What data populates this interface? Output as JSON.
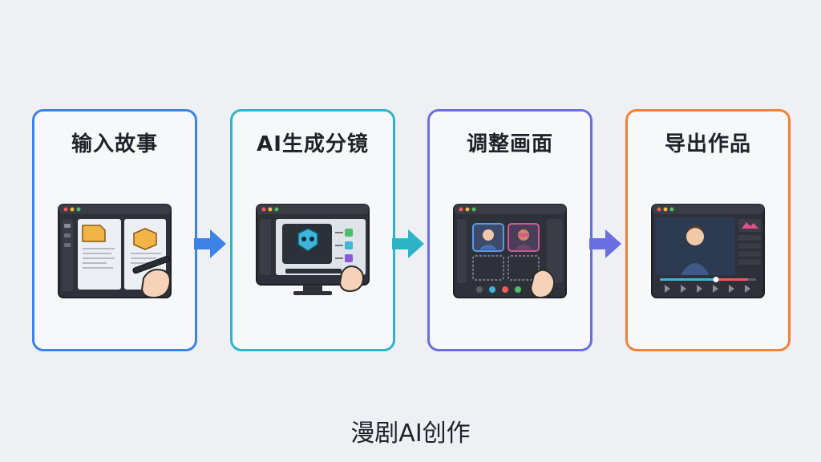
{
  "steps": [
    {
      "title": "输入故事",
      "color": "#3d82e6"
    },
    {
      "title": "AI生成分镜",
      "color": "#2db5c7"
    },
    {
      "title": "调整画面",
      "color": "#6a6ee0"
    },
    {
      "title": "导出作品",
      "color": "#f0823a"
    }
  ],
  "arrow_colors": [
    "#3d82e6",
    "#2db5c7",
    "#6a6ee0"
  ],
  "caption": "漫剧AI创作",
  "icons": [
    "story-editor-icon",
    "ai-storyboard-monitor-icon",
    "frame-adjust-icon",
    "video-export-icon"
  ]
}
